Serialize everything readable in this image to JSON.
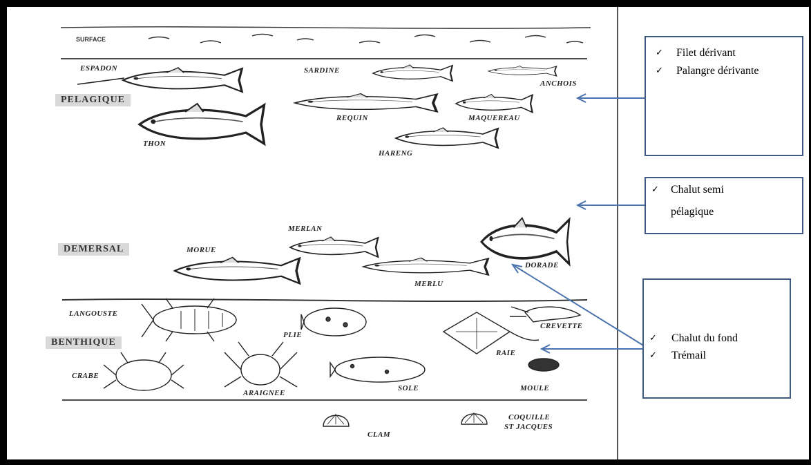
{
  "labels": {
    "surface": "SURFACE",
    "zones": {
      "pelagique": "PELAGIQUE",
      "demersal": "DEMERSAL",
      "benthique": "BENTHIQUE"
    },
    "species": {
      "espadon": "ESPADON",
      "sardine": "SARDINE",
      "anchois": "ANCHOIS",
      "requin": "REQUIN",
      "maquereau": "MAQUEREAU",
      "thon": "THON",
      "hareng": "HARENG",
      "merlan": "MERLAN",
      "morue": "MORUE",
      "dorade": "DORADE",
      "merlu": "MERLU",
      "langouste": "LANGOUSTE",
      "crevette": "CREVETTE",
      "plie": "PLIE",
      "raie": "RAIE",
      "crabe": "CRABE",
      "araignee": "ARAIGNEE",
      "sole": "SOLE",
      "moule": "MOULE",
      "clam": "CLAM",
      "coquille_1": "COQUILLE",
      "coquille_2": "ST JACQUES"
    }
  },
  "boxes": {
    "pelagic": {
      "items": [
        "Filet dérivant",
        "Palangre dérivante"
      ]
    },
    "semi": {
      "line1": "Chalut semi",
      "line2": "pélagique"
    },
    "bottom": {
      "items": [
        "Chalut du fond",
        "Trémail"
      ]
    }
  },
  "check_glyph": "✓",
  "colors": {
    "box_border": "#3e5a82",
    "arrow": "#4a73ad",
    "zone_bg": "#d9d9d9"
  }
}
